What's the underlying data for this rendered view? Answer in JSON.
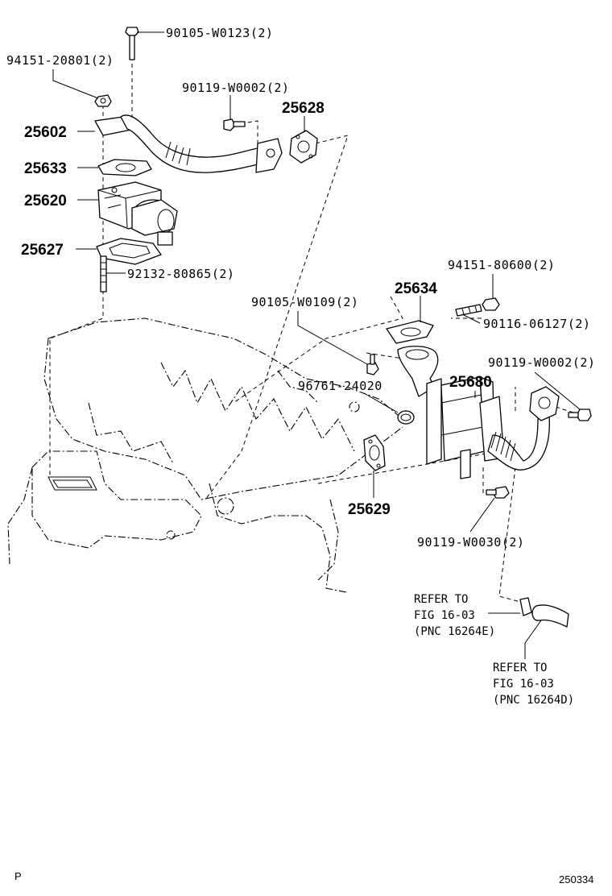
{
  "labels": {
    "p90105_w0123": "90105-W0123(2)",
    "p94151_20801": "94151-20801(2)",
    "p90119_w0002_top": "90119-W0002(2)",
    "p25628": "25628",
    "p25602": "25602",
    "p25633": "25633",
    "p25620": "25620",
    "p25627": "25627",
    "p92132_80865": "92132-80865(2)",
    "p94151_80600": "94151-80600(2)",
    "p25634": "25634",
    "p90105_w0109": "90105-W0109(2)",
    "p90116_06127": "90116-06127(2)",
    "p90119_w0002_right": "90119-W0002(2)",
    "p96761_24020": "96761-24020",
    "p25680": "25680",
    "p25629": "25629",
    "p90119_w0030": "90119-W0030(2)"
  },
  "references": {
    "ref_e": {
      "line1": "REFER TO",
      "line2": "FIG 16-03",
      "line3": "(PNC 16264E)"
    },
    "ref_d": {
      "line1": "REFER TO",
      "line2": "FIG 16-03",
      "line3": "(PNC 16264D)"
    }
  },
  "footer": {
    "corner_mark": "P",
    "diagram_number": "250334"
  },
  "colors": {
    "line": "#000000",
    "background": "#ffffff"
  }
}
